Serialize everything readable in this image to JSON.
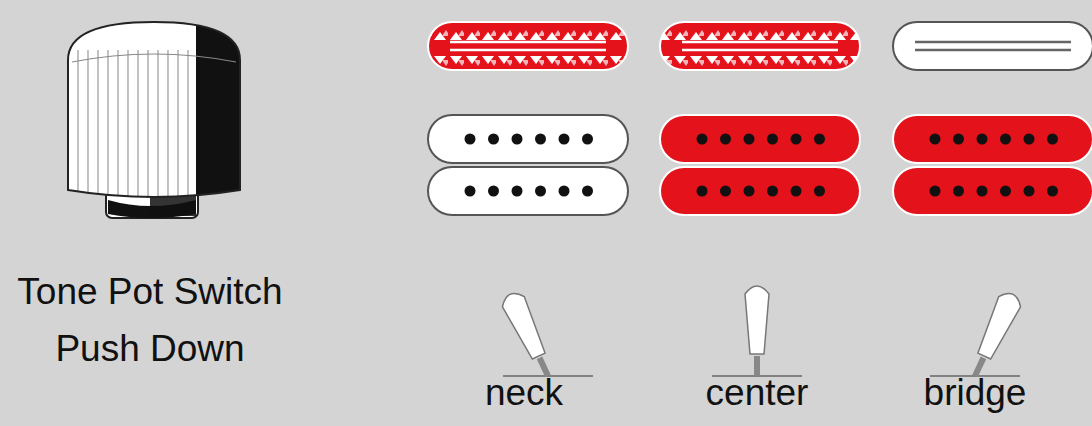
{
  "diagram": {
    "labels": [
      "Tone Pot Switch Push Down",
      "neck",
      "center",
      "bridge"
    ]
  }
}
